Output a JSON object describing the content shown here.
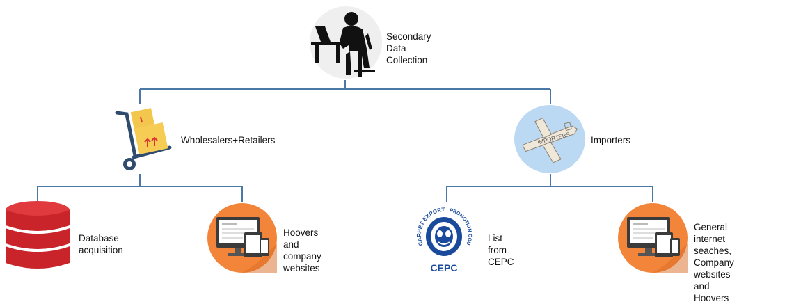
{
  "root": {
    "label_lines": [
      "Secondary Data",
      "Collection"
    ],
    "icon": "person-at-laptop-icon"
  },
  "branches": [
    {
      "label": "Wholesalers+Retailers",
      "icon": "hand-truck-boxes-icon",
      "children": [
        {
          "label_lines": [
            "Database acquisition"
          ],
          "icon": "database-icon"
        },
        {
          "label_lines": [
            "Hoovers and company",
            "websites"
          ],
          "icon": "devices-monitor-icon"
        }
      ]
    },
    {
      "label": "Importers",
      "icon": "importers-airplane-icon",
      "children": [
        {
          "label_lines": [
            "List from CEPC"
          ],
          "icon": "cepc-logo-icon",
          "logo_text": {
            "top": "CARPET EXPORT",
            "right": "PROMOTION COUNCIL",
            "bottom": "CEPC"
          }
        },
        {
          "label_lines": [
            "General internet",
            "seaches, Company",
            "websites and Hoovers"
          ],
          "icon": "devices-monitor-icon"
        }
      ]
    }
  ],
  "airplane_text": "IMPORTERS",
  "colors": {
    "connector": "#4a79a8",
    "database": "#d0262b",
    "orange_circle": "#f3853a",
    "cepc_blue": "#1a4a9c",
    "plane_bg": "#bcd9f3"
  }
}
